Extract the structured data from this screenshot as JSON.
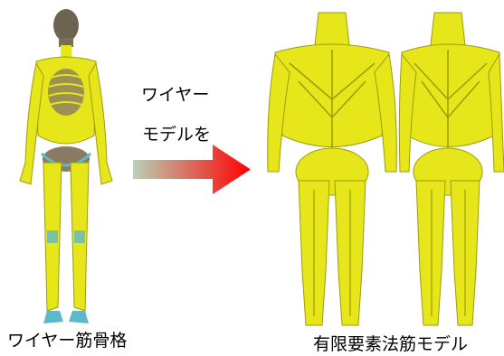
{
  "labels": {
    "transition_line1": "ワイヤー",
    "transition_line2": "モデルを",
    "caption_left": "ワイヤー筋骨格",
    "caption_right": "有限要素法筋モデル"
  },
  "colors": {
    "muscle": "#e6e61a",
    "muscle_dark": "#9c9c0c",
    "bone": "#6e6250",
    "ligament": "#5fb8c8",
    "arrow_start": "#b8d2b4",
    "arrow_end": "#ff0000"
  },
  "icons": {
    "arrow": "right-arrow"
  }
}
